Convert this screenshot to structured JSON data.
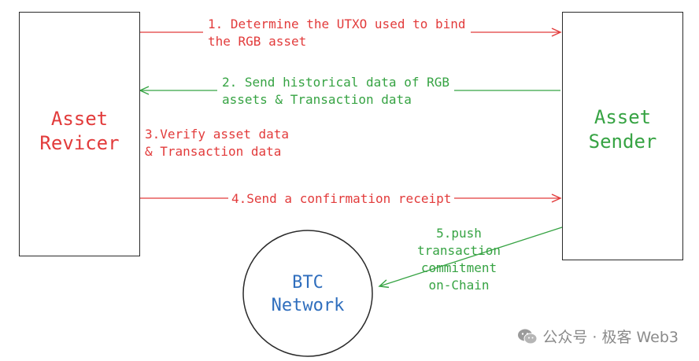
{
  "nodes": {
    "receiver": {
      "label": "Asset\nRevicer"
    },
    "sender": {
      "label": "Asset\nSender"
    },
    "btc": {
      "label": "BTC\nNetwork"
    }
  },
  "steps": {
    "step1": "1. Determine the UTXO used to bind\n   the RGB asset",
    "step2": "2. Send historical data of RGB\n   assets & Transaction data",
    "step3": "3.Verify asset data\n & Transaction data",
    "step4": "4.Send a confirmation receipt",
    "step5": "5.push\ntransaction\ncommitment\non-Chain"
  },
  "watermark": {
    "icon": "wechat-icon",
    "text": "公众号 · 极客 Web3"
  },
  "colors": {
    "red": "#e23b3b",
    "green": "#36a343",
    "blue": "#2f6ebd",
    "box_border": "#2a2a2a"
  }
}
